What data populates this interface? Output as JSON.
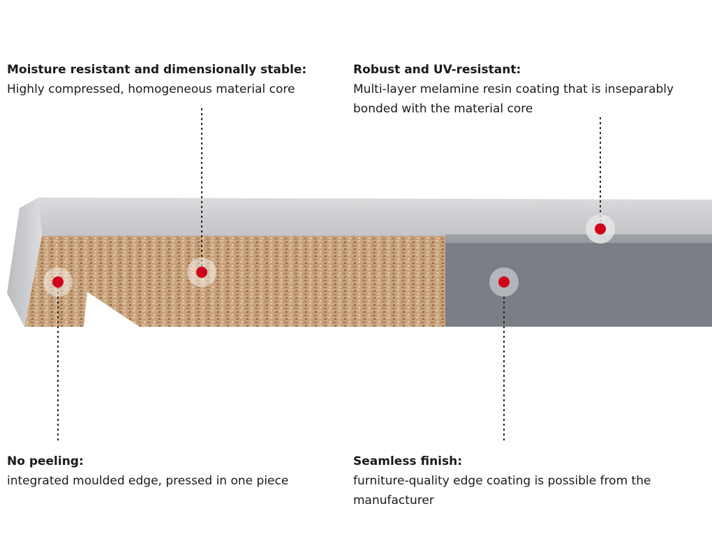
{
  "callouts": {
    "moisture": {
      "title": "Moisture resistant and dimensionally stable:",
      "text": "Highly compressed, homogeneous material core"
    },
    "robust": {
      "title": "Robust and UV-resistant:",
      "text": "Multi-layer melamine resin coating that is inseparably bonded with the material core"
    },
    "peeling": {
      "title": "No peeling:",
      "text": "integrated moulded edge, pressed in one piece"
    },
    "seamless": {
      "title": "Seamless finish:",
      "text": "furniture-quality edge coating is possible from the manufacturer"
    }
  },
  "colors": {
    "coating_top": "#cfd0d2",
    "coating_dark": "#7b7f85",
    "core": "#c9a47e",
    "marker": "#d0021b",
    "marker_halo": "#e8e8e8"
  }
}
